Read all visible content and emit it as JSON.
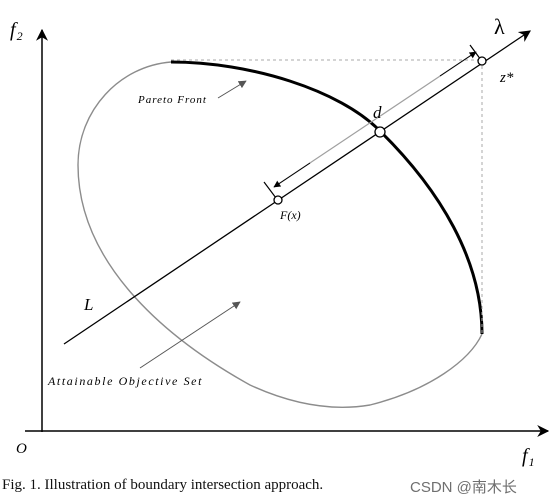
{
  "labels": {
    "f2": "f",
    "f2_sub": "2",
    "f1": "f",
    "f1_sub": "1",
    "origin": "O",
    "lambda": "λ",
    "z_star": "z*",
    "d": "d",
    "F_x": "F(x)",
    "L": "L",
    "pareto_front": "Pareto Front",
    "attainable_set": "Attainable Objective Set"
  },
  "caption": "Fig. 1.   Illustration of boundary intersection approach.",
  "watermark": "CSDN @南木长"
}
